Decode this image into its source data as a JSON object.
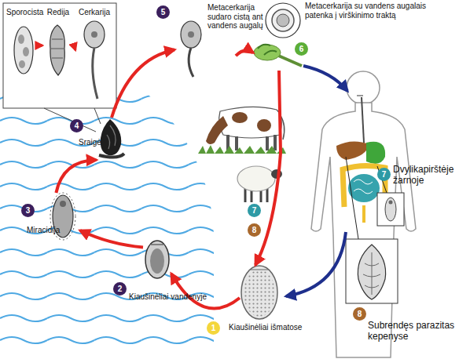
{
  "diagram": {
    "nodes": [
      {
        "text": [
          "Sporocista"
        ]
      },
      {
        "text": [
          "Redija"
        ]
      },
      {
        "text": [
          "Cerkarija"
        ]
      },
      {
        "text": [
          "Metacerkarija sudaro cistą ant vandens augalų"
        ]
      },
      {
        "text": [
          "Metacerkarija su vandens augalais patenka į virškinimo traktą"
        ]
      },
      {
        "text": [
          "Sraigė"
        ]
      },
      {
        "text": [
          "Dvylikapirštėje žarnoje"
        ]
      },
      {
        "text": [
          "Miracidija"
        ]
      },
      {
        "text": [
          "Kiaušinėliai vandenyje"
        ]
      },
      {
        "text": [
          "Subrendęs parazitas kepenyse"
        ]
      },
      {
        "text": [
          "Kiaušinėliai išmatose"
        ]
      }
    ],
    "edges": [
      {
        "from": 0,
        "to": 1,
        "arrow": "to"
      },
      {
        "from": 1,
        "to": 2,
        "arrow": "to"
      },
      {
        "from": 10,
        "to": 8,
        "arrow": "to"
      },
      {
        "from": 8,
        "to": 7,
        "arrow": "to"
      },
      {
        "from": 7,
        "to": 5,
        "arrow": "to"
      },
      {
        "from": 5,
        "to": 3,
        "arrow": "to"
      },
      {
        "from": 3,
        "to": 4,
        "arrow": "to"
      },
      {
        "from": 4,
        "to": 10,
        "arrow": "to"
      }
    ],
    "labels": [
      "5",
      "6",
      "4",
      "7",
      "7",
      "3",
      "8",
      "2",
      "8",
      "1"
    ]
  }
}
